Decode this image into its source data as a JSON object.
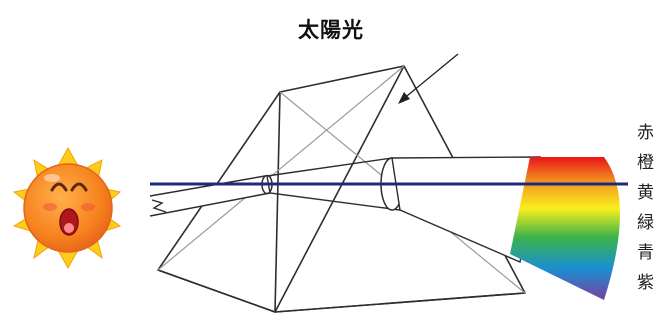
{
  "title": "太陽光",
  "spectrum_labels": [
    "赤",
    "橙",
    "黄",
    "緑",
    "青",
    "紫"
  ],
  "colors": {
    "light_ray": "#1e2a7a",
    "prism_stroke": "#333333",
    "sun_face": "#f6821f",
    "sun_rays": "#ffcc1a",
    "spectrum": [
      "#e8141a",
      "#f39a1e",
      "#f9ef1e",
      "#3cb34a",
      "#1b8fd2",
      "#7a3fa0"
    ]
  },
  "icons": {
    "sun": "sun-face-icon",
    "arrow": "pointer-arrow-icon"
  }
}
